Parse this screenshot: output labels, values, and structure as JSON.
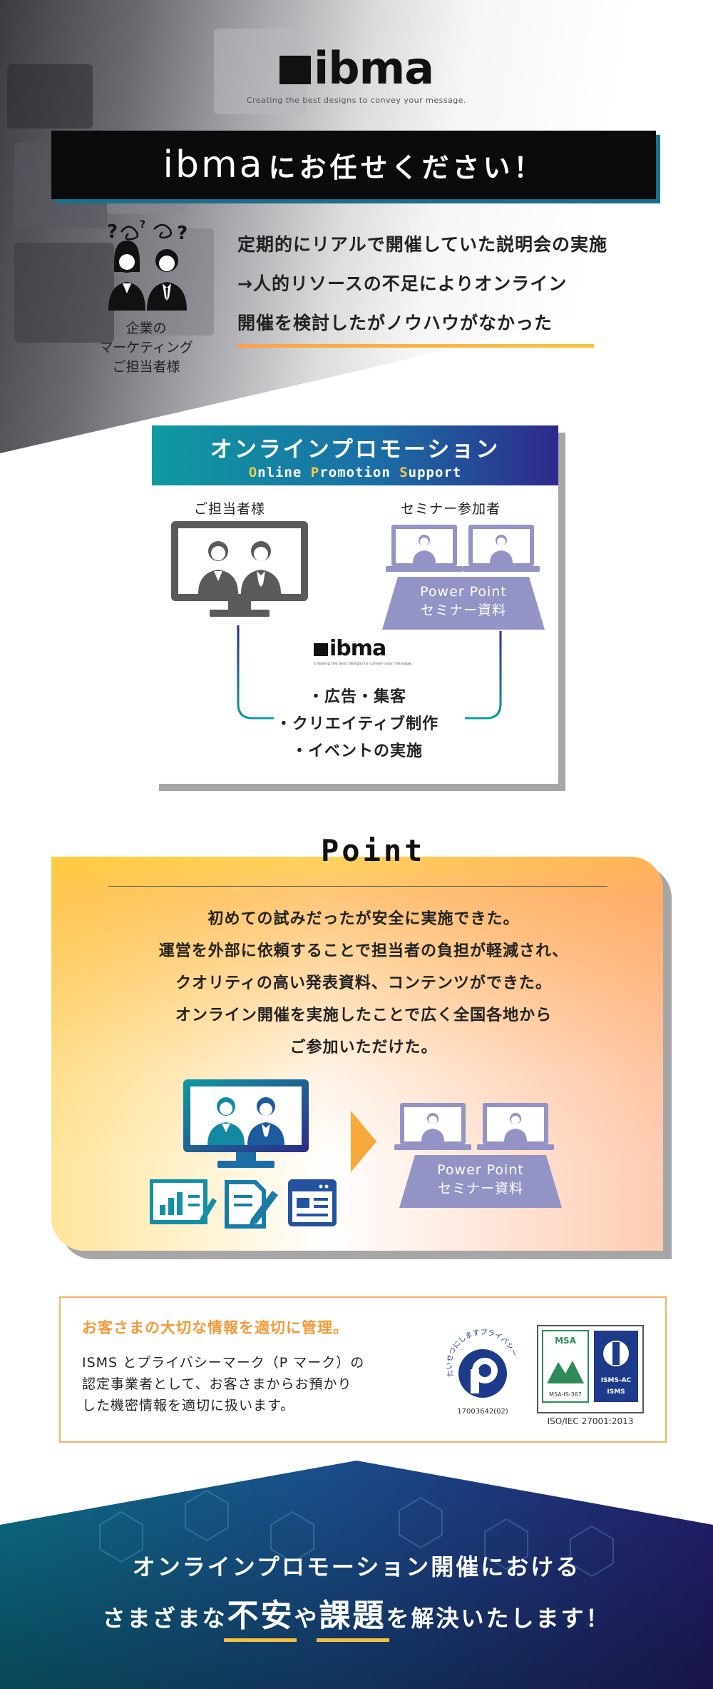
{
  "brand": {
    "logo_text": "ibma",
    "tagline": "Creating the best designs to convey your message."
  },
  "hero": {
    "title_en": "ibma",
    "title_jp": "にお任せください！",
    "persona_label_lines": [
      "企業の",
      "マーケティング",
      "ご担当者様"
    ],
    "problem_lines": [
      "定期的にリアルで開催していた説明会の実施",
      "→人的リソースの不足によりオンライン",
      "開催を検討したがノウハウがなかった"
    ]
  },
  "flow": {
    "heading_jp": "オンラインプロモーション",
    "heading_en_parts": [
      {
        "cap": "O",
        "rest": "nline "
      },
      {
        "cap": "P",
        "rest": "romotion "
      },
      {
        "cap": "S",
        "rest": "upport"
      }
    ],
    "client_label": "ご担当者様",
    "participant_label": "セミナー参加者",
    "ppt_line1": "Power Point",
    "ppt_line2": "セミナー資料",
    "services": [
      "・広告・集客",
      "・クリエイティブ制作",
      "・イベントの実施"
    ]
  },
  "point": {
    "title": "Point",
    "lines": [
      "初めての試みだったが安全に実施できた。",
      "運営を外部に依頼することで担当者の負担が軽減され、",
      "クオリティの高い発表資料、コンテンツができた。",
      "オンライン開催を実施したことで広く全国各地から",
      "ご参加いただけた。"
    ],
    "ppt_line1": "Power Point",
    "ppt_line2": "セミナー資料"
  },
  "security": {
    "title": "お客さまの大切な情報を適切に管理。",
    "body_lines": [
      "ISMS とプライバシーマーク（P マーク）の",
      "認定事業者として、お客さまからお預かり",
      "した機密情報を適切に扱います。"
    ],
    "pmark_arc_text": "たいせつにしますプライバシー",
    "pmark_number": "17003642(02)",
    "isms_msa": "MSA",
    "isms_code": "MSA-IS-367",
    "isms_label": "ISMS",
    "isms_ac": "ISMS-AC",
    "isms_standard": "ISO/IEC 27001:2013"
  },
  "footer": {
    "line1": "オンラインプロモーション開催における",
    "line2_a": "さまざまな",
    "line2_big1": "不安",
    "line2_b": "や",
    "line2_big2": "課題",
    "line2_c": "を解決いたします！"
  },
  "colors": {
    "teal": "#0f9aa0",
    "navy": "#2e2a8a",
    "orange": "#f39a3a",
    "yellow": "#f4c23e",
    "ppt_purple": "#9393c6",
    "monitor_gray": "#5a5a5a"
  }
}
